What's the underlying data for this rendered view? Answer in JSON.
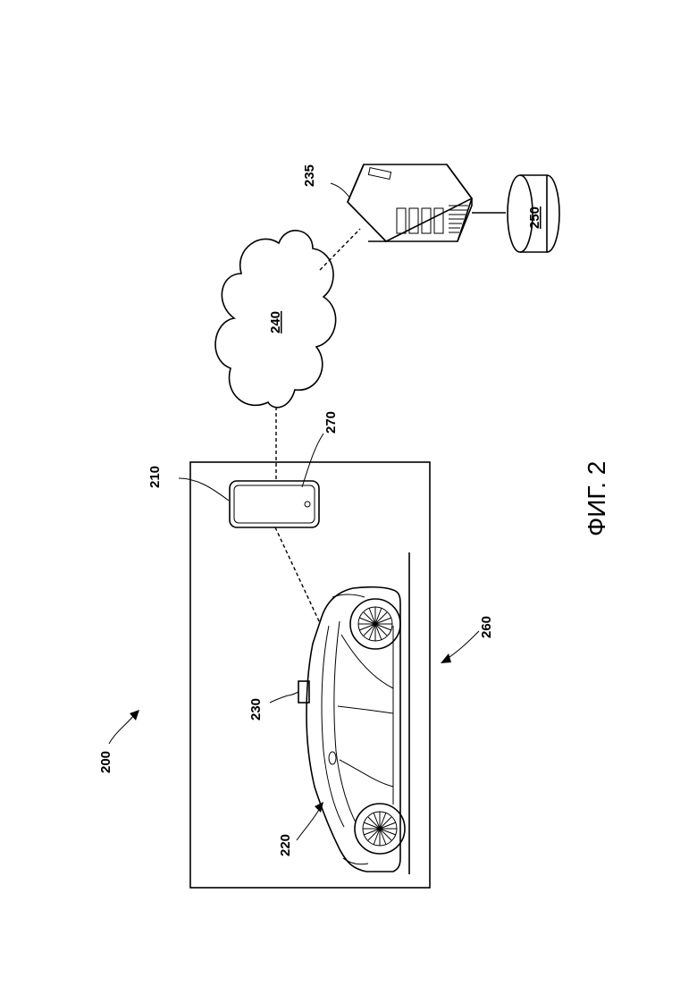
{
  "figure": {
    "caption": "ФИГ. 2"
  },
  "labels": {
    "system": "200",
    "device": "210",
    "vehicle": "220",
    "sensor": "230",
    "server": "235",
    "network": "240",
    "database": "250",
    "scene": "260",
    "display": "270"
  }
}
